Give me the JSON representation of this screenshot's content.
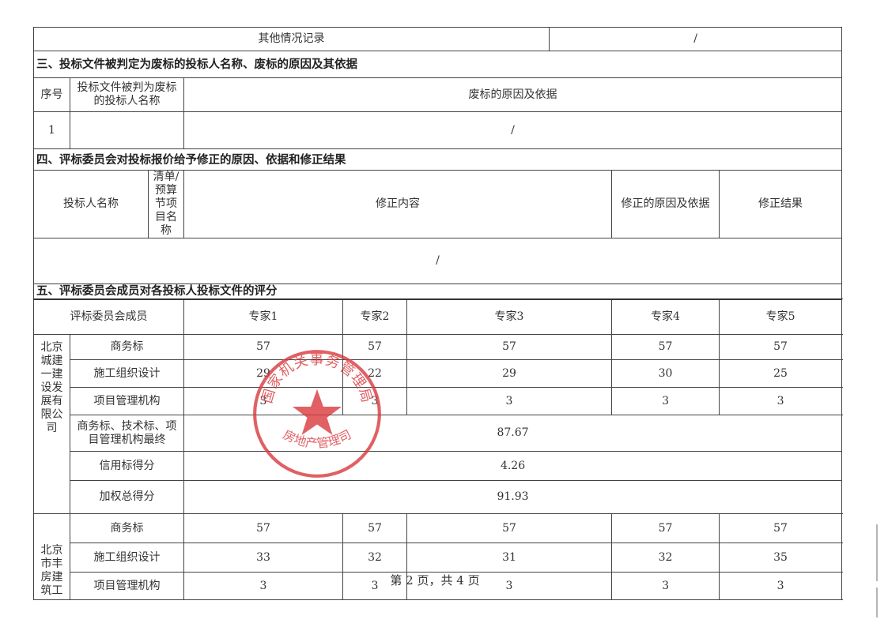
{
  "row_other": {
    "label": "其他情况记录",
    "value": "/"
  },
  "section3": {
    "title": "三、投标文件被判定为废标的投标人名称、废标的原因及其依据",
    "col_no": "序号",
    "col_name": "投标文件被判为废标的投标人名称",
    "col_reason": "废标的原因及依据",
    "row_no": "1",
    "row_value": "/"
  },
  "section4": {
    "title": "四、评标委员会对投标报价给予修正的原因、依据和修正结果",
    "col_bidder": "投标人名称",
    "col_item": "清单/预算节项目名称",
    "col_content": "修正内容",
    "col_reason": "修正的原因及依据",
    "col_result": "修正结果",
    "row_value": "/"
  },
  "section5": {
    "title": "五、评标委员会成员对各投标人投标文件的评分",
    "header_member": "评标委员会成员",
    "experts": [
      "专家1",
      "专家2",
      "专家3",
      "专家4",
      "专家5",
      "……"
    ],
    "bidder1": {
      "name": "北京城建一建设发展有限公司",
      "rows": [
        {
          "label": "商务标",
          "scores": [
            "57",
            "57",
            "57",
            "57",
            "57"
          ]
        },
        {
          "label": "施工组织设计",
          "scores": [
            "29",
            "22",
            "29",
            "30",
            "25"
          ]
        },
        {
          "label": "项目管理机构",
          "scores": [
            "3",
            "3",
            "3",
            "3",
            "3"
          ]
        }
      ],
      "final_label": "商务标、技术标、项目管理机构最终",
      "final_value": "87.67",
      "credit_label": "信用标得分",
      "credit_value": "4.26",
      "weighted_label": "加权总得分",
      "weighted_value": "91.93"
    },
    "bidder2": {
      "name": "北京市丰房建筑工",
      "rows": [
        {
          "label": "商务标",
          "scores": [
            "57",
            "57",
            "57",
            "57",
            "57"
          ]
        },
        {
          "label": "施工组织设计",
          "scores": [
            "33",
            "32",
            "31",
            "32",
            "35"
          ]
        },
        {
          "label": "项目管理机构",
          "scores": [
            "3",
            "3",
            "3",
            "3",
            "3"
          ]
        }
      ]
    }
  },
  "stamp": {
    "text_top": "国家机关事务管理局",
    "text_bottom": "房地产管理司",
    "color": "#d9393e"
  },
  "footer": "第 2 页，共 4 页"
}
